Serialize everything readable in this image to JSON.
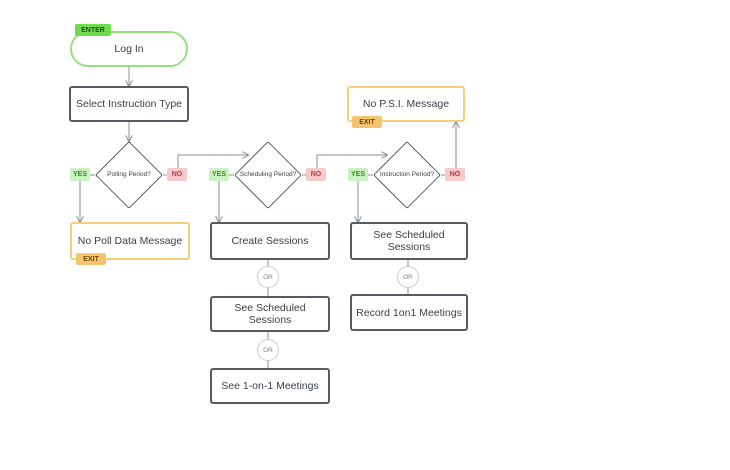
{
  "start": {
    "label": "Log In",
    "tag": "ENTER"
  },
  "select": {
    "label": "Select Instruction Type"
  },
  "decisions": [
    {
      "label": "Polling Period?",
      "yes": "YES",
      "no": "NO"
    },
    {
      "label": "Scheduling Period?",
      "yes": "YES",
      "no": "NO"
    },
    {
      "label": "Instruction Period?",
      "yes": "YES",
      "no": "NO"
    }
  ],
  "no_poll": {
    "label": "No Poll Data Message",
    "tag": "EXIT"
  },
  "no_psi": {
    "label": "No P.S.I. Message",
    "tag": "EXIT"
  },
  "col2": [
    "Create Sessions",
    "See Scheduled Sessions",
    "See 1-on-1 Meetings"
  ],
  "col3": [
    "See Scheduled Sessions",
    "Record 1on1 Meetings"
  ],
  "or_label": "OR",
  "colors": {
    "process_border": "#555b61",
    "exit_border": "#f6cf7b",
    "enter_border": "#95e081",
    "connector": "#8a9096"
  }
}
